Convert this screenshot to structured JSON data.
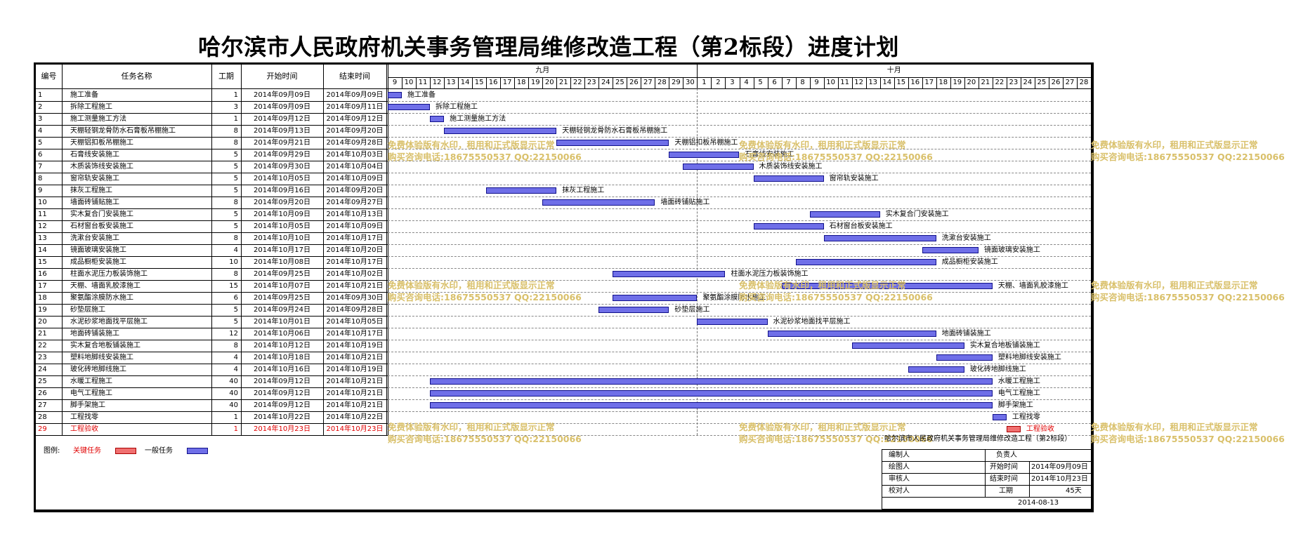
{
  "title": "哈尔滨市人民政府机关事务管理局维修改造工程（第2标段）进度计划",
  "columns": {
    "no": "编号",
    "name": "任务名称",
    "dur": "工期",
    "start": "开始时间",
    "end": "结束时间"
  },
  "months": [
    {
      "label": "九月",
      "from": "2014-09-09",
      "to": "2014-09-30"
    },
    {
      "label": "十月",
      "from": "2014-10-01",
      "to": "2014-10-28"
    }
  ],
  "days": [
    "9",
    "10",
    "11",
    "12",
    "13",
    "14",
    "15",
    "16",
    "17",
    "18",
    "19",
    "20",
    "21",
    "22",
    "23",
    "24",
    "25",
    "26",
    "27",
    "28",
    "29",
    "30",
    "1",
    "2",
    "3",
    "4",
    "5",
    "6",
    "7",
    "8",
    "9",
    "10",
    "11",
    "12",
    "13",
    "14",
    "15",
    "16",
    "17",
    "18",
    "19",
    "20",
    "21",
    "22",
    "23",
    "24",
    "25",
    "26",
    "27",
    "28"
  ],
  "tasks": [
    {
      "no": "1",
      "name": "施工准备",
      "dur": "1",
      "start": "2014年09月09日",
      "end": "2014年09月09日",
      "s": "2014-09-09",
      "e": "2014-09-09",
      "crit": false
    },
    {
      "no": "2",
      "name": "拆除工程施工",
      "dur": "3",
      "start": "2014年09月09日",
      "end": "2014年09月11日",
      "s": "2014-09-09",
      "e": "2014-09-11",
      "crit": false
    },
    {
      "no": "3",
      "name": "施工测量施工方法",
      "dur": "1",
      "start": "2014年09月12日",
      "end": "2014年09月12日",
      "s": "2014-09-12",
      "e": "2014-09-12",
      "crit": false
    },
    {
      "no": "4",
      "name": "天棚轻钢龙骨防水石膏板吊棚施工",
      "dur": "8",
      "start": "2014年09月13日",
      "end": "2014年09月20日",
      "s": "2014-09-13",
      "e": "2014-09-20",
      "crit": false
    },
    {
      "no": "5",
      "name": "天棚铝扣板吊棚施工",
      "dur": "8",
      "start": "2014年09月21日",
      "end": "2014年09月28日",
      "s": "2014-09-21",
      "e": "2014-09-28",
      "crit": false
    },
    {
      "no": "6",
      "name": "石膏线安装施工",
      "dur": "5",
      "start": "2014年09月29日",
      "end": "2014年10月03日",
      "s": "2014-09-29",
      "e": "2014-10-03",
      "crit": false
    },
    {
      "no": "7",
      "name": "木质装饰线安装施工",
      "dur": "5",
      "start": "2014年09月30日",
      "end": "2014年10月04日",
      "s": "2014-09-30",
      "e": "2014-10-04",
      "crit": false
    },
    {
      "no": "8",
      "name": "窗帘轨安装施工",
      "dur": "5",
      "start": "2014年10月05日",
      "end": "2014年10月09日",
      "s": "2014-10-05",
      "e": "2014-10-09",
      "crit": false
    },
    {
      "no": "9",
      "name": "抹灰工程施工",
      "dur": "5",
      "start": "2014年09月16日",
      "end": "2014年09月20日",
      "s": "2014-09-16",
      "e": "2014-09-20",
      "crit": false
    },
    {
      "no": "10",
      "name": "墙面砖铺贴施工",
      "dur": "8",
      "start": "2014年09月20日",
      "end": "2014年09月27日",
      "s": "2014-09-20",
      "e": "2014-09-27",
      "crit": false
    },
    {
      "no": "11",
      "name": "实木复合门安装施工",
      "dur": "5",
      "start": "2014年10月09日",
      "end": "2014年10月13日",
      "s": "2014-10-09",
      "e": "2014-10-13",
      "crit": false
    },
    {
      "no": "12",
      "name": "石材窗台板安装施工",
      "dur": "5",
      "start": "2014年10月05日",
      "end": "2014年10月09日",
      "s": "2014-10-05",
      "e": "2014-10-09",
      "crit": false
    },
    {
      "no": "13",
      "name": "洗漱台安装施工",
      "dur": "8",
      "start": "2014年10月10日",
      "end": "2014年10月17日",
      "s": "2014-10-10",
      "e": "2014-10-17",
      "crit": false
    },
    {
      "no": "14",
      "name": "镜面玻璃安装施工",
      "dur": "4",
      "start": "2014年10月17日",
      "end": "2014年10月20日",
      "s": "2014-10-17",
      "e": "2014-10-20",
      "crit": false
    },
    {
      "no": "15",
      "name": "成品橱柜安装施工",
      "dur": "10",
      "start": "2014年10月08日",
      "end": "2014年10月17日",
      "s": "2014-10-08",
      "e": "2014-10-17",
      "crit": false
    },
    {
      "no": "16",
      "name": "柱面水泥压力板装饰施工",
      "dur": "8",
      "start": "2014年09月25日",
      "end": "2014年10月02日",
      "s": "2014-09-25",
      "e": "2014-10-02",
      "crit": false
    },
    {
      "no": "17",
      "name": "天棚、墙面乳胶漆施工",
      "dur": "15",
      "start": "2014年10月07日",
      "end": "2014年10月21日",
      "s": "2014-10-07",
      "e": "2014-10-21",
      "crit": false
    },
    {
      "no": "18",
      "name": "聚氨酯涂膜防水施工",
      "dur": "6",
      "start": "2014年09月25日",
      "end": "2014年09月30日",
      "s": "2014-09-25",
      "e": "2014-09-30",
      "crit": false
    },
    {
      "no": "19",
      "name": "砂垫层施工",
      "dur": "5",
      "start": "2014年09月24日",
      "end": "2014年09月28日",
      "s": "2014-09-24",
      "e": "2014-09-28",
      "crit": false
    },
    {
      "no": "20",
      "name": "水泥砂浆地面找平层施工",
      "dur": "5",
      "start": "2014年10月01日",
      "end": "2014年10月05日",
      "s": "2014-10-01",
      "e": "2014-10-05",
      "crit": false
    },
    {
      "no": "21",
      "name": "地面砖铺装施工",
      "dur": "12",
      "start": "2014年10月06日",
      "end": "2014年10月17日",
      "s": "2014-10-06",
      "e": "2014-10-17",
      "crit": false
    },
    {
      "no": "22",
      "name": "实木复合地板铺装施工",
      "dur": "8",
      "start": "2014年10月12日",
      "end": "2014年10月19日",
      "s": "2014-10-12",
      "e": "2014-10-19",
      "crit": false
    },
    {
      "no": "23",
      "name": "塑料地脚线安装施工",
      "dur": "4",
      "start": "2014年10月18日",
      "end": "2014年10月21日",
      "s": "2014-10-18",
      "e": "2014-10-21",
      "crit": false
    },
    {
      "no": "24",
      "name": "玻化砖地脚线施工",
      "dur": "4",
      "start": "2014年10月16日",
      "end": "2014年10月19日",
      "s": "2014-10-16",
      "e": "2014-10-19",
      "crit": false
    },
    {
      "no": "25",
      "name": "水暖工程施工",
      "dur": "40",
      "start": "2014年09月12日",
      "end": "2014年10月21日",
      "s": "2014-09-12",
      "e": "2014-10-21",
      "crit": false
    },
    {
      "no": "26",
      "name": "电气工程施工",
      "dur": "40",
      "start": "2014年09月12日",
      "end": "2014年10月21日",
      "s": "2014-09-12",
      "e": "2014-10-21",
      "crit": false
    },
    {
      "no": "27",
      "name": "脚手架施工",
      "dur": "40",
      "start": "2014年09月12日",
      "end": "2014年10月21日",
      "s": "2014-09-12",
      "e": "2014-10-21",
      "crit": false
    },
    {
      "no": "28",
      "name": "工程找零",
      "dur": "1",
      "start": "2014年10月22日",
      "end": "2014年10月22日",
      "s": "2014-10-22",
      "e": "2014-10-22",
      "crit": false
    },
    {
      "no": "29",
      "name": "工程验收",
      "dur": "1",
      "start": "2014年10月23日",
      "end": "2014年10月23日",
      "s": "2014-10-23",
      "e": "2014-10-23",
      "crit": true
    }
  ],
  "legend": {
    "prefix": "图例:",
    "critical": "关键任务",
    "normal": "一般任务",
    "crit_color": "#f07070",
    "normal_color": "#6f6fe8"
  },
  "watermark": {
    "line1": "免费体验版有水印，租用和正式版显示正常",
    "line2": "购买咨询电话:18675550537 QQ:22150066"
  },
  "info": {
    "project": "哈尔滨市人民政府机关事务管理局维修改造工程（第2标段）",
    "compiler": "编制人",
    "owner": "负责人",
    "drawer": "绘图人",
    "start_label": "开始时间",
    "start_value": "2014年09月09日",
    "reviewer": "审核人",
    "end_label": "结束时间",
    "end_value": "2014年10月23日",
    "checker": "校对人",
    "dur_label": "工期",
    "dur_value": "45天",
    "date": "2014-08-13"
  }
}
